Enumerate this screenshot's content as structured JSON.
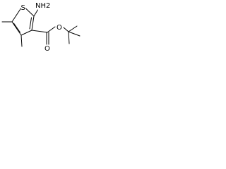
{
  "molecule": {
    "atoms": {
      "sulfur": "S",
      "amine": "NH2",
      "ester_oxygen_carbonyl": "O",
      "ester_oxygen_ether": "O"
    }
  }
}
